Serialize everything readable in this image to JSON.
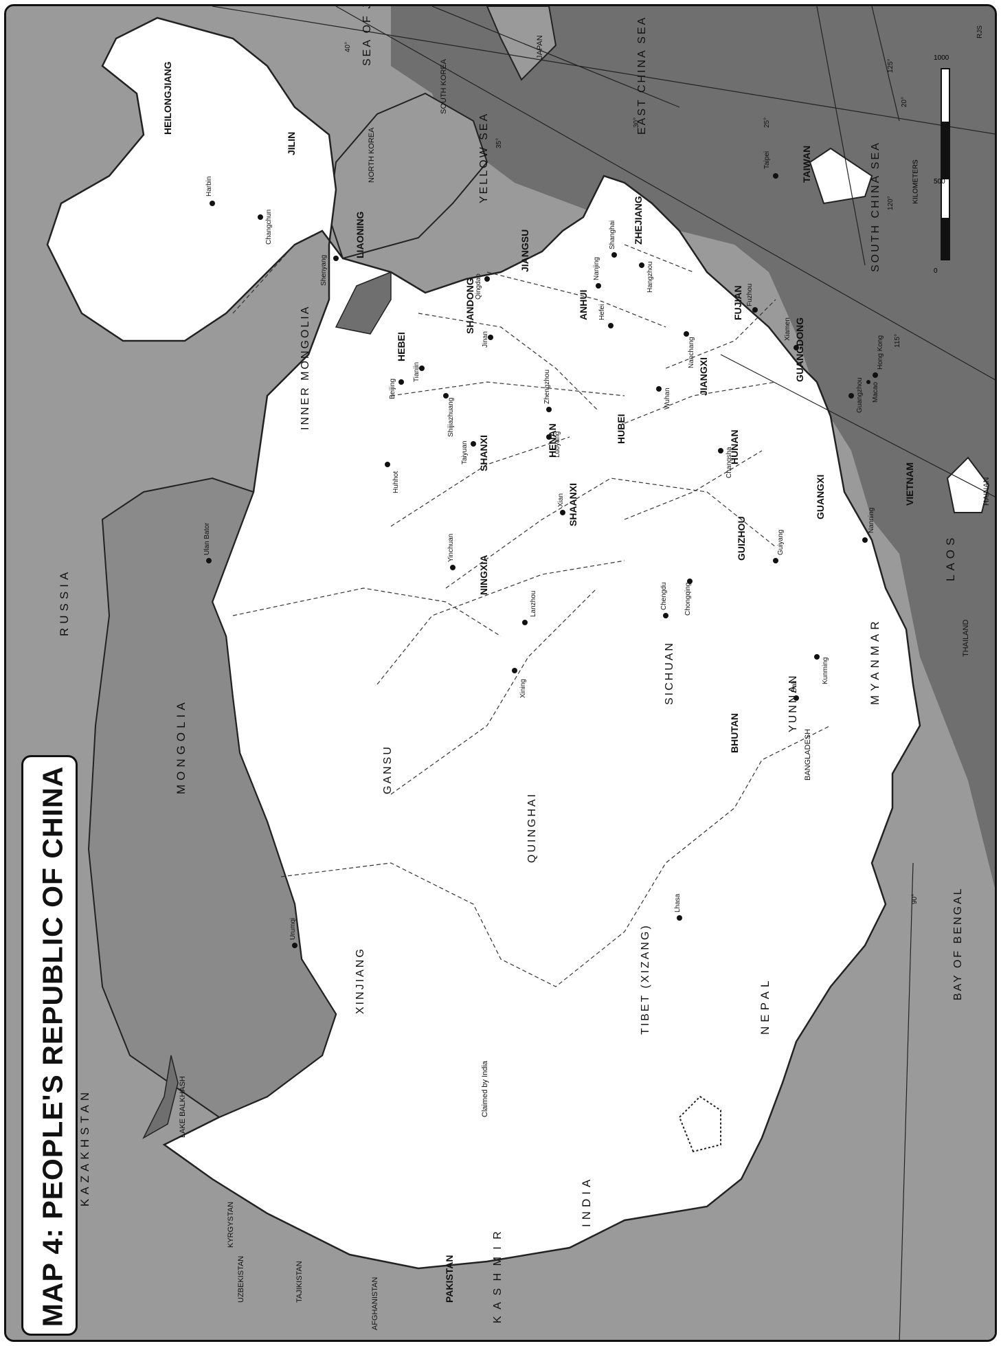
{
  "title": "MAP 4: PEOPLE'S REPUBLIC OF CHINA",
  "credit": "RJS",
  "scale": {
    "unit": "KILOMETERS",
    "ticks": [
      "0",
      "500",
      "1000"
    ]
  },
  "countries": [
    "RUSSIA",
    "MONGOLIA",
    "KAZAKHSTAN",
    "KYRGYSTAN",
    "TAJIKISTAN",
    "UZBEKISTAN",
    "AFGHANISTAN",
    "PAKISTAN",
    "INDIA",
    "NEPAL",
    "BHUTAN",
    "BANGLADESH",
    "MYANMAR",
    "THAILAND",
    "LAOS",
    "VIETNAM",
    "NORTH KOREA",
    "SOUTH KOREA",
    "JAPAN"
  ],
  "water": [
    "SEA OF JAPAN",
    "YELLOW SEA",
    "EAST CHINA SEA",
    "SOUTH CHINA SEA",
    "BAY OF BENGAL",
    "LAKE BALKHASH"
  ],
  "provinces": [
    "HEILONGJIANG",
    "JILIN",
    "LIAONING",
    "INNER MONGOLIA",
    "HEBEI",
    "SHANDONG",
    "JIANGSU",
    "ANHUI",
    "ZHEJIANG",
    "FUJIAN",
    "JIANGXI",
    "GUANGDONG",
    "HENAN",
    "SHANXI",
    "SHAANXI",
    "HUBEI",
    "HUNAN",
    "GUANGXI",
    "GUIZHOU",
    "NINGXIA",
    "GANSU",
    "SICHUAN",
    "YUNNAN",
    "QUINGHAI",
    "XINJIANG",
    "TIBET (XIZANG)",
    "TAIWAN",
    "HAINAN"
  ],
  "cities": [
    "Harbin",
    "Changchun",
    "Shenyang",
    "Beijing",
    "Tianjin",
    "Shijiazhuang",
    "Qingdao",
    "Jinan",
    "Nanjing",
    "Shanghai",
    "Hangzhou",
    "Hefei",
    "Fuzhou",
    "Xiamen",
    "Taipei",
    "Nanchang",
    "Guangzhou",
    "Hong Kong",
    "Macao",
    "Zhengzhou",
    "Luoyang",
    "Taiyuan",
    "Xian",
    "Wuhan",
    "Changsha",
    "Nanning",
    "Guiyang",
    "Chengdu",
    "Chongqing",
    "Kunming",
    "Dali",
    "Lanzhou",
    "Xining",
    "Yinchuan",
    "Huhhot",
    "Ulan Bator",
    "Urumqi",
    "Lhasa"
  ],
  "misc": {
    "kashmir": "K A S H M I R",
    "claimed": "Claimed by India"
  },
  "graticule": [
    "40°",
    "35°",
    "30°",
    "25°",
    "20°",
    "125°",
    "120°",
    "115°",
    "90°"
  ]
}
